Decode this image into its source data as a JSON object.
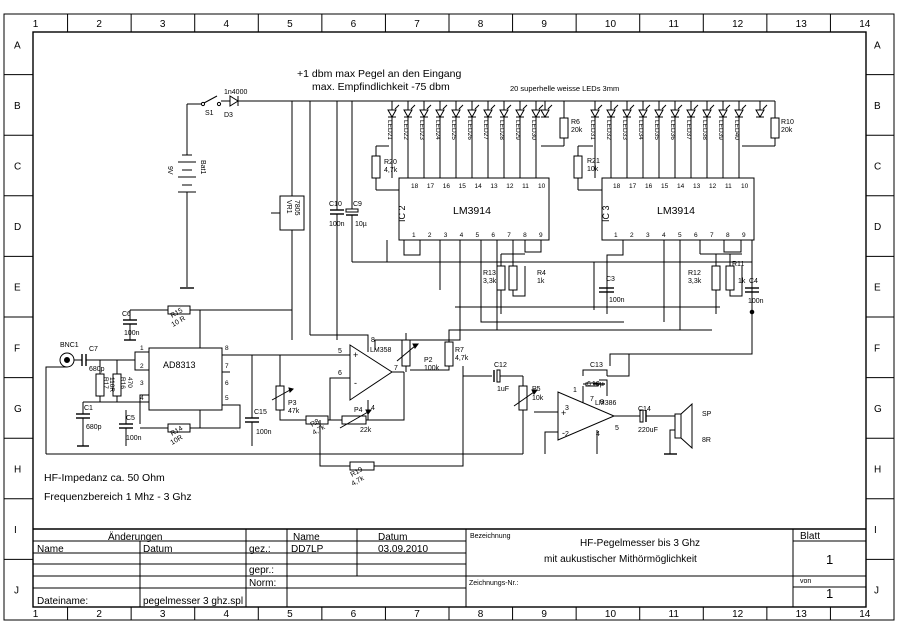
{
  "frame": {
    "columns": [
      "1",
      "2",
      "3",
      "4",
      "5",
      "6",
      "7",
      "8",
      "9",
      "10",
      "11",
      "12",
      "13",
      "14"
    ],
    "rows": [
      "A",
      "B",
      "C",
      "D",
      "E",
      "F",
      "G",
      "H",
      "I",
      "J"
    ]
  },
  "notes": {
    "level_line1": "+1 dbm max Pegel an den Eingang",
    "level_line2": "max. Empfindlichkeit -75 dbm",
    "leds_note": "20 superhelle weisse LEDs 3mm",
    "impedance": "HF-Impedanz ca. 50 Ohm",
    "frequency": "Frequenzbereich 1 Mhz -  3 Ghz"
  },
  "components": {
    "ic2_name": "LM3914",
    "ic2_ref": "IC 2",
    "ic3_name": "LM3914",
    "ic3_ref": "IC 3",
    "ic1_name": "AD8313",
    "opamp_name": "LM358",
    "amp_name": "LM386",
    "bnc": "BNC1",
    "bat": "Bat1",
    "bat_v": "9V",
    "s1": "S1",
    "d3": "D3",
    "d3_type": "1n4000",
    "vr1": "VR1",
    "vr1_type": "7805",
    "sp": "SP",
    "sp_val": "8R",
    "r20": "R20",
    "r20_v": "4,7k",
    "r21": "R21",
    "r21_v": "10k",
    "r6": "R6",
    "r6_v": "20k",
    "r10": "R10",
    "r10_v": "20k",
    "r13": "R13",
    "r13_v": "3,3k",
    "r4": "R4",
    "r4_v": "1k",
    "r12": "R12",
    "r12_v": "3,3k",
    "r11": "R11",
    "r11_v": "1k",
    "c10": "C10",
    "c10_v": "100n",
    "c9": "C9",
    "c9_v": "10µ",
    "c3": "C3",
    "c3_v": "100n",
    "c4": "C4",
    "c4_v": "100n",
    "c6": "C6",
    "c6_v": "100n",
    "c7": "C7",
    "c7_v": "680p",
    "c1": "C1",
    "c1_v": "680p",
    "c5": "C5",
    "c5_v": "100n",
    "c15": "C15",
    "c15_v": "100n",
    "r15": "R15",
    "r15_v": "10 R",
    "r17": "R17",
    "r17_v": "110R",
    "r16": "R16",
    "r16_v": "470",
    "r14": "R14",
    "r14_v": "10R",
    "p3": "P3",
    "p3_v": "47k",
    "r8": "R8",
    "r8_v": "4,7k",
    "p4": "P4",
    "p4_v": "22k",
    "p2": "P2",
    "p2_v": "100k",
    "r7": "R7",
    "r7_v": "4,7k",
    "r19": "R19",
    "r19_v": "4,7k",
    "c12": "C12",
    "c12_v": "1uF",
    "p5": "P5",
    "p5_v": "10k",
    "c13": "C13",
    "c13_v": "10µ",
    "c14": "C14",
    "c14_v": "220uF"
  },
  "leds_left": [
    "LED21",
    "LED22",
    "LED23",
    "LED24",
    "LED25",
    "LED26",
    "LED27",
    "LED28",
    "LED29",
    "LED30"
  ],
  "leds_right": [
    "LED31",
    "LED32",
    "LED33",
    "LED34",
    "LED35",
    "LED36",
    "LED37",
    "LED38",
    "LED39",
    "LED40"
  ],
  "ic_top_pins": [
    "18",
    "17",
    "16",
    "15",
    "14",
    "13",
    "12",
    "11",
    "10"
  ],
  "ic_bottom_pins": [
    "1",
    "2",
    "3",
    "4",
    "5",
    "6",
    "7",
    "8",
    "9"
  ],
  "pins": {
    "ad_left": [
      "1",
      "2",
      "3",
      "4"
    ],
    "ad_right": [
      "8",
      "7",
      "6",
      "5"
    ],
    "op": [
      "5",
      "6",
      "7",
      "4",
      "8"
    ],
    "amp": [
      "1",
      "8",
      "7",
      "3",
      "2",
      "6",
      "4",
      "5"
    ]
  },
  "title_block": {
    "changes_label": "Änderungen",
    "name_label": "Name",
    "date_label": "Datum",
    "gez_label": "gez.:",
    "gepr_label": "gepr.:",
    "norm_label": "Norm:",
    "name_col": "Name",
    "datum_col": "Datum",
    "drawn_by": "DD7LP",
    "drawn_date": "03.09.2010",
    "bezeichnung_label": "Bezeichnung",
    "title_line1": "HF-Pegelmesser bis 3 Ghz",
    "title_line2": "mit aukustischer Mithörmöglichkeit",
    "zeichnungs_label": "Zeichnungs-Nr.:",
    "blatt_label": "Blatt",
    "blatt_value": "1",
    "von_label": "von",
    "von_value": "1",
    "dateiname_label": "Dateiname:",
    "dateiname_value": "pegelmesser 3 ghz.spl"
  }
}
